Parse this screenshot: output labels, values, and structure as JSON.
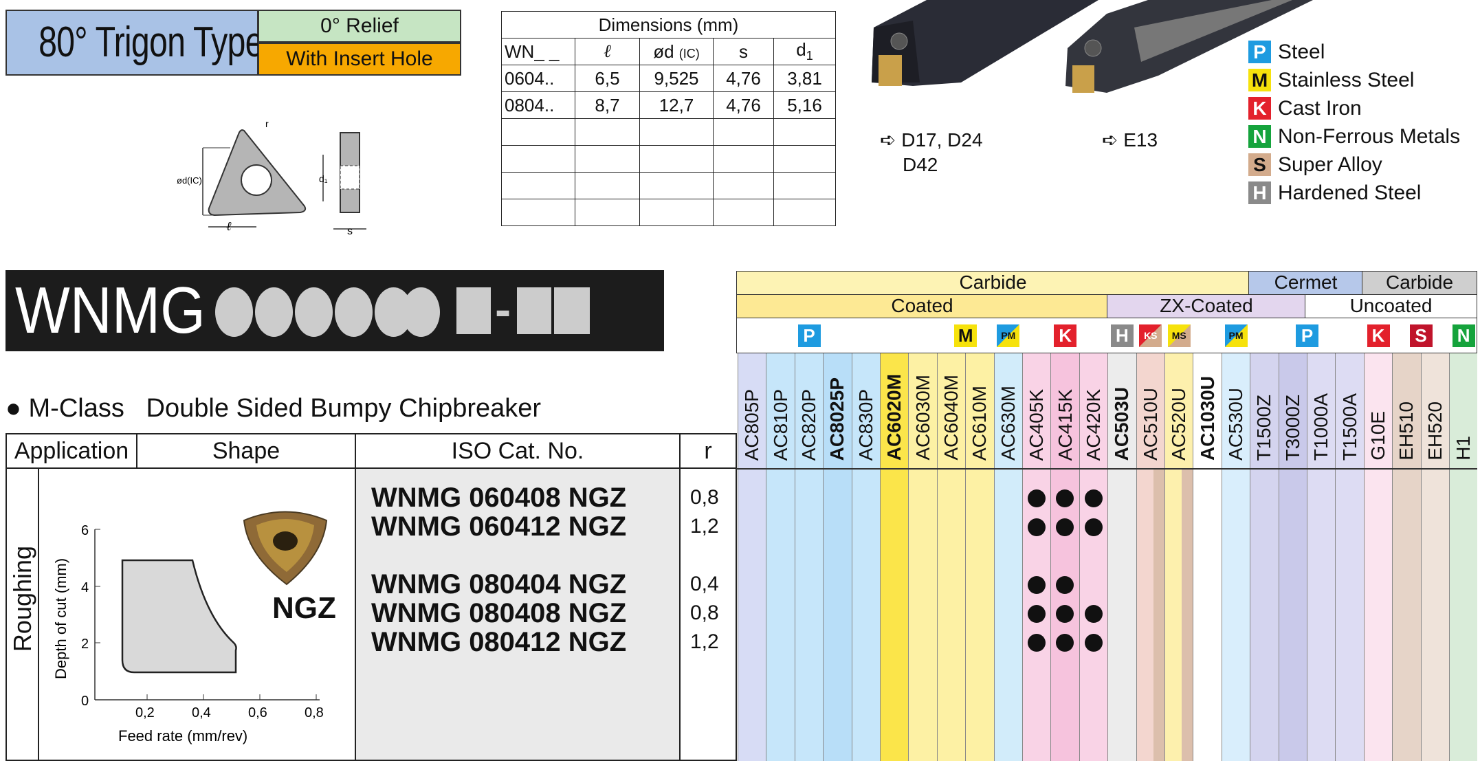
{
  "header": {
    "title": "80° Trigon Type",
    "relief": "0° Relief",
    "insert_hole": "With Insert Hole"
  },
  "dimensions": {
    "title": "Dimensions (mm)",
    "columns": [
      "WN_ _",
      "ℓ",
      "ød",
      "(IC)",
      "s",
      "d",
      "1"
    ],
    "rows": [
      [
        "0604..",
        "6,5",
        "9,525",
        "4,76",
        "3,81"
      ],
      [
        "0804..",
        "8,7",
        "12,7",
        "4,76",
        "5,16"
      ]
    ]
  },
  "drawing_labels": {
    "r": "r",
    "d_ic": "ød(IC)",
    "l": "ℓ",
    "d1": "d₁",
    "s": "s"
  },
  "holders": [
    {
      "ref": "➪ D17, D24",
      "ref2": "D42"
    },
    {
      "ref": "➪ E13",
      "ref2": ""
    }
  ],
  "legend": [
    {
      "code": "P",
      "label": "Steel",
      "color": "#1e9be0",
      "text": "#ffffff"
    },
    {
      "code": "M",
      "label": "Stainless Steel",
      "color": "#f6e20c",
      "text": "#111111"
    },
    {
      "code": "K",
      "label": "Cast Iron",
      "color": "#e3212c",
      "text": "#ffffff"
    },
    {
      "code": "N",
      "label": "Non-Ferrous Metals",
      "color": "#15a33c",
      "text": "#ffffff"
    },
    {
      "code": "S",
      "label": "Super Alloy",
      "color": "#d3ab8c",
      "text": "#111111"
    },
    {
      "code": "H",
      "label": "Hardened Steel",
      "color": "#8a8a8a",
      "text": "#ffffff"
    }
  ],
  "banner": {
    "code": "WNMG",
    "dash": "-"
  },
  "section": {
    "bullet": "●",
    "class": "M-Class",
    "description": "Double Sided Bumpy Chipbreaker"
  },
  "table_headers": {
    "application": "Application",
    "shape": "Shape",
    "iso": "ISO Cat. No.",
    "r": "r"
  },
  "application": "Roughing",
  "shape_name": "NGZ",
  "chip_chart": {
    "xlabel": "Feed rate (mm/rev)",
    "ylabel": "Depth of cut (mm)",
    "xticks": [
      "0,2",
      "0,4",
      "0,6",
      "0,8"
    ],
    "yticks": [
      "0",
      "2",
      "4",
      "6"
    ]
  },
  "items": [
    {
      "cat": "WNMG 060408 NGZ",
      "r": "0,8"
    },
    {
      "cat": "WNMG 060412 NGZ",
      "r": "1,2"
    },
    {
      "cat": "WNMG 080404 NGZ",
      "r": "0,4"
    },
    {
      "cat": "WNMG 080408 NGZ",
      "r": "0,8"
    },
    {
      "cat": "WNMG 080412 NGZ",
      "r": "1,2"
    }
  ],
  "groups": {
    "carbide": "Carbide",
    "cermet": "Cermet",
    "carbide2": "Carbide",
    "coated": "Coated",
    "zx_coated": "ZX-Coated",
    "uncoated": "Uncoated"
  },
  "grades": [
    "AC805P",
    "AC810P",
    "AC820P",
    "AC8025P",
    "AC830P",
    "AC6020M",
    "AC6030M",
    "AC6040M",
    "AC610M",
    "AC630M",
    "AC405K",
    "AC415K",
    "AC420K",
    "AC503U",
    "AC510U",
    "AC520U",
    "AC1030U",
    "AC530U",
    "T1500Z",
    "T3000Z",
    "T1000A",
    "T1500A",
    "G10E",
    "EH510",
    "EH520",
    "H1"
  ],
  "availability": [
    [
      10,
      11,
      12
    ],
    [
      10,
      11,
      12
    ],
    [
      10,
      11
    ],
    [
      10,
      11,
      12
    ],
    [
      10,
      11,
      12
    ]
  ]
}
